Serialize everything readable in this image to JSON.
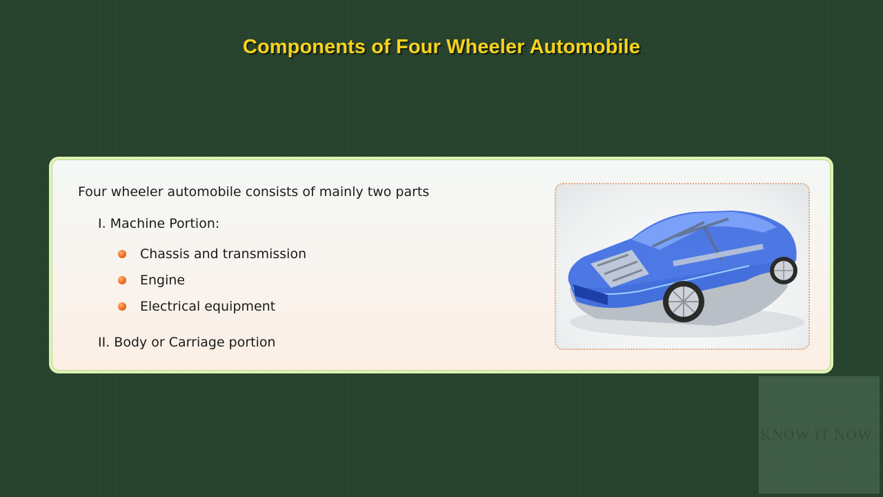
{
  "slide": {
    "title": "Components of Four Wheeler Automobile",
    "intro": "Four wheeler automobile consists of mainly two parts",
    "sections": [
      {
        "label": "I. Machine Portion:",
        "items": [
          "Chassis and transmission",
          "Engine",
          "Electrical equipment"
        ]
      },
      {
        "label": "II. Body or Carriage portion",
        "items": []
      }
    ],
    "image": {
      "icon": "transparent-car-chassis-illustration"
    }
  },
  "watermark": {
    "text": "KNOW IT NOW"
  },
  "colors": {
    "background": "#27432e",
    "title": "#f7d21c",
    "panel_border": "#dff3b2",
    "bullet": "#f26a1e",
    "car_blue": "#2a5bd7"
  }
}
